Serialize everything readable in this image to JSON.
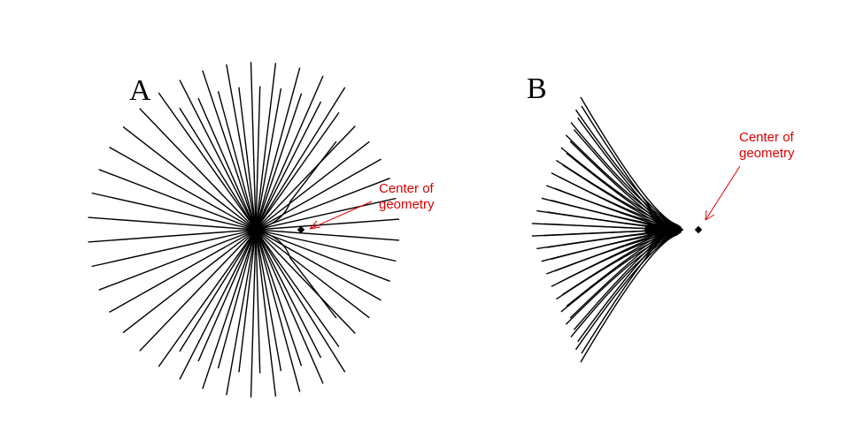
{
  "panels": [
    {
      "letter": "A",
      "annotation": {
        "line1": "Center of",
        "line2": "geometry"
      }
    },
    {
      "letter": "B",
      "annotation": {
        "line1": "Center of",
        "line2": "geometry"
      }
    }
  ],
  "colors": {
    "lines": "#000000",
    "annotation": "#dd0000",
    "background": "#ffffff"
  }
}
